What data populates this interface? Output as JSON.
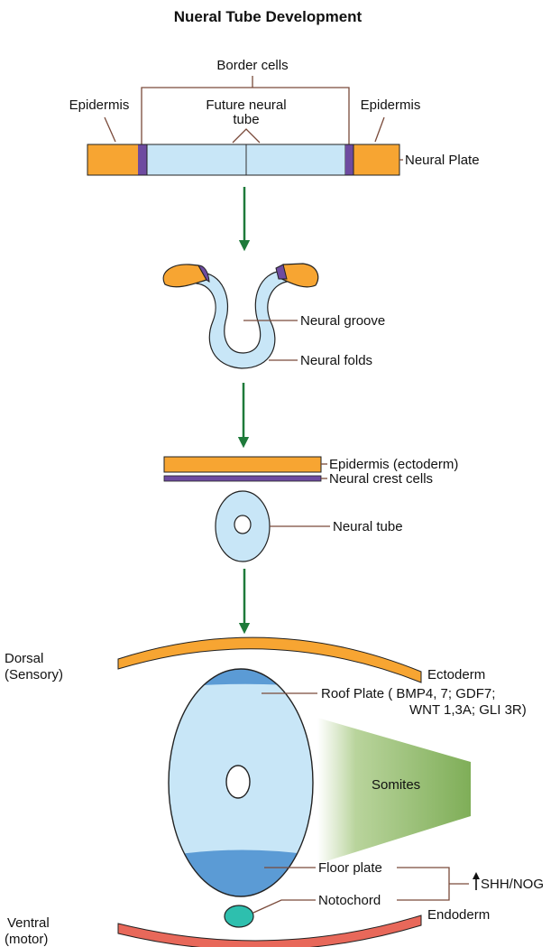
{
  "title": "Nueral Tube Development",
  "colors": {
    "epidermis": "#F7A532",
    "border_cells": "#6E4BA0",
    "neural_tissue": "#C8E6F7",
    "roof_floor_plate": "#5B9BD5",
    "notochord": "#2EBFAE",
    "endoderm": "#E8685A",
    "somites": "#8DB56A",
    "arrow": "#1E7A3A",
    "leader_line": "#7A4A3A"
  },
  "stage1": {
    "border_cells_label": "Border cells",
    "epidermis_left_label": "Epidermis",
    "epidermis_right_label": "Epidermis",
    "future_neural_tube_label_line1": "Future neural",
    "future_neural_tube_label_line2": "tube",
    "neural_plate_label": "Neural Plate"
  },
  "stage2": {
    "neural_groove_label": "Neural groove",
    "neural_folds_label": "Neural folds"
  },
  "stage3": {
    "epidermis_ectoderm_label": "Epidermis (ectoderm)",
    "neural_crest_label": "Neural crest cells",
    "neural_tube_label": "Neural tube"
  },
  "stage4": {
    "dorsal_label_line1": "Dorsal",
    "dorsal_label_line2": "(Sensory)",
    "ectoderm_label": "Ectoderm",
    "roof_plate_label_line1": "Roof Plate  (  BMP4, 7; GDF7;",
    "roof_plate_label_line2": "WNT 1,3A; GLI 3R)",
    "somites_label": "Somites",
    "floor_plate_label": "Floor plate",
    "notochord_label": "Notochord",
    "shh_label": "SHH/NOG",
    "endoderm_label": "Endoderm",
    "ventral_label_line1": "Ventral",
    "ventral_label_line2": "(motor)"
  }
}
